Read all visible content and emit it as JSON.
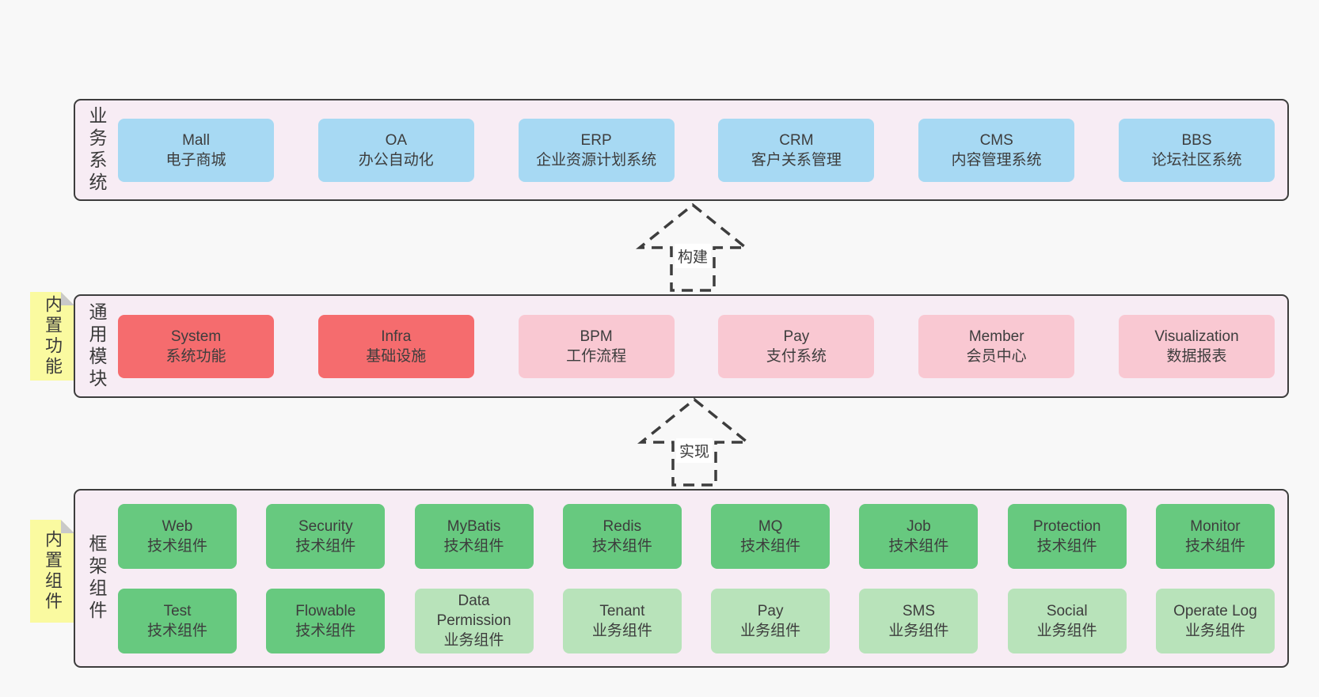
{
  "colors": {
    "page_bg": "#f8f8f8",
    "layer_bg": "#f7ecf4",
    "border": "#3d3d3d",
    "text": "#3d3d3d",
    "blue": "#a7d9f3",
    "red": "#f56c6e",
    "pink": "#f9c8d2",
    "green": "#67c97f",
    "green_light": "#b8e3ba",
    "note_yellow": "#fafaa0",
    "note_fold": "#c9c9c9"
  },
  "layers": [
    {
      "id": "business-systems",
      "label": "业务系统",
      "rows": [
        [
          {
            "en": "Mall",
            "zh": "电子商城",
            "color": "blue"
          },
          {
            "en": "OA",
            "zh": "办公自动化",
            "color": "blue"
          },
          {
            "en": "ERP",
            "zh": "企业资源计划系统",
            "color": "blue"
          },
          {
            "en": "CRM",
            "zh": "客户关系管理",
            "color": "blue"
          },
          {
            "en": "CMS",
            "zh": "内容管理系统",
            "color": "blue"
          },
          {
            "en": "BBS",
            "zh": "论坛社区系统",
            "color": "blue"
          }
        ]
      ]
    },
    {
      "id": "common-modules",
      "label": "通用模块",
      "note": "内置功能",
      "rows": [
        [
          {
            "en": "System",
            "zh": "系统功能",
            "color": "red"
          },
          {
            "en": "Infra",
            "zh": "基础设施",
            "color": "red"
          },
          {
            "en": "BPM",
            "zh": "工作流程",
            "color": "pink"
          },
          {
            "en": "Pay",
            "zh": "支付系统",
            "color": "pink"
          },
          {
            "en": "Member",
            "zh": "会员中心",
            "color": "pink"
          },
          {
            "en": "Visualization",
            "zh": "数据报表",
            "color": "pink"
          }
        ]
      ]
    },
    {
      "id": "framework-components",
      "label": "框架组件",
      "note": "内置组件",
      "rows": [
        [
          {
            "en": "Web",
            "zh": "技术组件",
            "color": "green"
          },
          {
            "en": "Security",
            "zh": "技术组件",
            "color": "green"
          },
          {
            "en": "MyBatis",
            "zh": "技术组件",
            "color": "green"
          },
          {
            "en": "Redis",
            "zh": "技术组件",
            "color": "green"
          },
          {
            "en": "MQ",
            "zh": "技术组件",
            "color": "green"
          },
          {
            "en": "Job",
            "zh": "技术组件",
            "color": "green"
          },
          {
            "en": "Protection",
            "zh": "技术组件",
            "color": "green"
          },
          {
            "en": "Monitor",
            "zh": "技术组件",
            "color": "green"
          }
        ],
        [
          {
            "en": "Test",
            "zh": "技术组件",
            "color": "green"
          },
          {
            "en": "Flowable",
            "zh": "技术组件",
            "color": "green"
          },
          {
            "en": "Data Permission",
            "zh": "业务组件",
            "color": "green_light"
          },
          {
            "en": "Tenant",
            "zh": "业务组件",
            "color": "green_light"
          },
          {
            "en": "Pay",
            "zh": "业务组件",
            "color": "green_light"
          },
          {
            "en": "SMS",
            "zh": "业务组件",
            "color": "green_light"
          },
          {
            "en": "Social",
            "zh": "业务组件",
            "color": "green_light"
          },
          {
            "en": "Operate Log",
            "zh": "业务组件",
            "color": "green_light"
          }
        ]
      ]
    }
  ],
  "arrows": [
    {
      "label": "构建"
    },
    {
      "label": "实现"
    }
  ]
}
